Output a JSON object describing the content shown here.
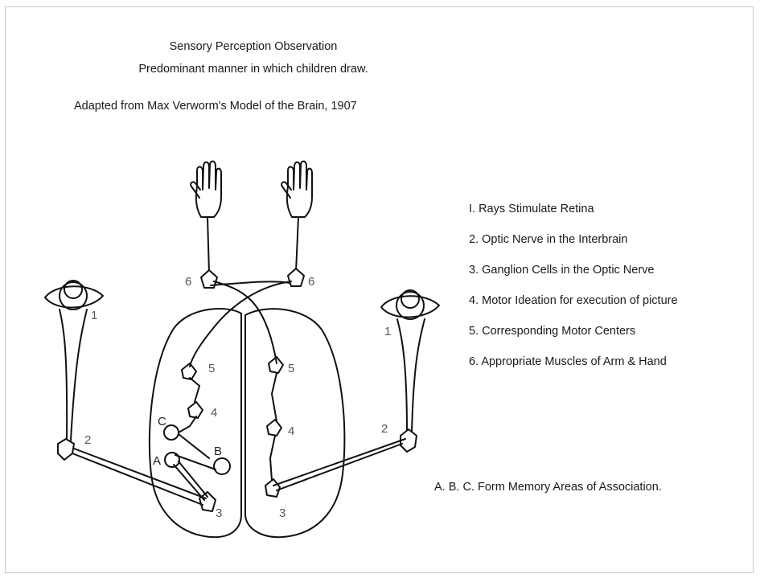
{
  "title": {
    "line1": "Sensory Perception Observation",
    "line2": "Predominant manner in which children draw.",
    "line3": "Adapted from Max Verworm's Model of the Brain, 1907"
  },
  "legend": [
    {
      "label": "I. Rays Stimulate Retina"
    },
    {
      "label": "2. Optic Nerve in the Interbrain"
    },
    {
      "label": "3. Ganglion Cells in the Optic Nerve"
    },
    {
      "label": "4. Motor Ideation for execution of picture"
    },
    {
      "label": "5. Corresponding Motor Centers"
    },
    {
      "label": "6. Appropriate Muscles of Arm & Hand"
    }
  ],
  "memory_note": "A. B. C. Form Memory Areas of Association.",
  "diagram_labels": {
    "n1": "1",
    "n2": "2",
    "n3": "3",
    "n4": "4",
    "n5": "5",
    "n6": "6",
    "a": "A",
    "b": "B",
    "c": "C"
  }
}
